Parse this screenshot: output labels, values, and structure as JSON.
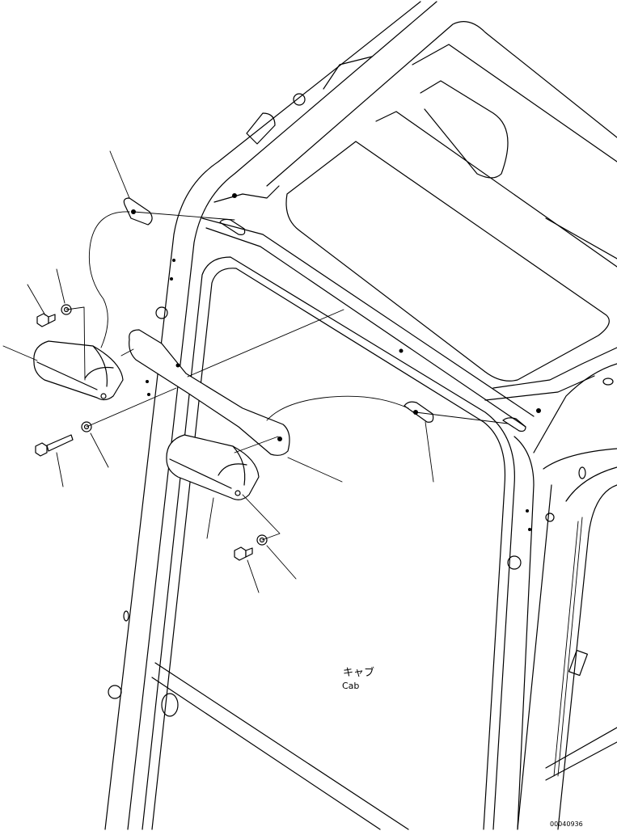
{
  "diagram": {
    "label_jp": "キャブ",
    "label_en": "Cab",
    "drawing_number": "00040936"
  },
  "colors": {
    "line": "#000000",
    "background": "#ffffff"
  }
}
